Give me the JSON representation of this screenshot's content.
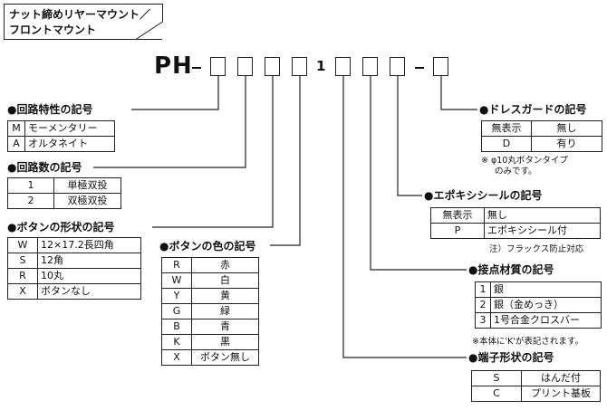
{
  "header": {
    "line1": "ナット締めリヤーマウント／",
    "line2": "フロントマウント"
  },
  "model": {
    "prefix": "PH",
    "fixed_digit": "1"
  },
  "circuit_char": {
    "title": "●回路特性の記号",
    "rows": [
      [
        "M",
        "モーメンタリー"
      ],
      [
        "A",
        "オルタネイト"
      ]
    ]
  },
  "circuit_num": {
    "title": "●回路数の記号",
    "rows": [
      [
        "1",
        "単極双投"
      ],
      [
        "2",
        "双極双投"
      ]
    ]
  },
  "button_shape": {
    "title": "●ボタンの形状の記号",
    "rows": [
      [
        "W",
        "12×17.2長四角"
      ],
      [
        "S",
        "12角"
      ],
      [
        "R",
        "10丸"
      ],
      [
        "X",
        "ボタンなし"
      ]
    ]
  },
  "button_color": {
    "title": "●ボタンの色の記号",
    "rows": [
      [
        "R",
        "赤"
      ],
      [
        "W",
        "白"
      ],
      [
        "Y",
        "黄"
      ],
      [
        "G",
        "緑"
      ],
      [
        "B",
        "青"
      ],
      [
        "K",
        "黒"
      ],
      [
        "X",
        "ボタン無し"
      ]
    ]
  },
  "dress_guard": {
    "title": "●ドレスガードの記号",
    "rows": [
      [
        "無表示",
        "無し"
      ],
      [
        "D",
        "有り"
      ]
    ],
    "note1": "※ φ10丸ボタンタイプ",
    "note2": "のみです。"
  },
  "epoxy": {
    "title": "●エポキシシールの記号",
    "rows": [
      [
        "無表示",
        "無し"
      ],
      [
        "P",
        "エポキシシール付"
      ]
    ],
    "note": "注）フラックス防止対応"
  },
  "contact": {
    "title": "●接点材質の記号",
    "rows": [
      [
        "1",
        "銀"
      ],
      [
        "2",
        "銀（金めっき）"
      ],
      [
        "3",
        "1号合金クロスバー"
      ]
    ],
    "note": "※本体に'K'が表記されます。"
  },
  "terminal": {
    "title": "●端子形状の記号",
    "rows": [
      [
        "S",
        "はんだ付"
      ],
      [
        "C",
        "プリント基板"
      ]
    ]
  }
}
